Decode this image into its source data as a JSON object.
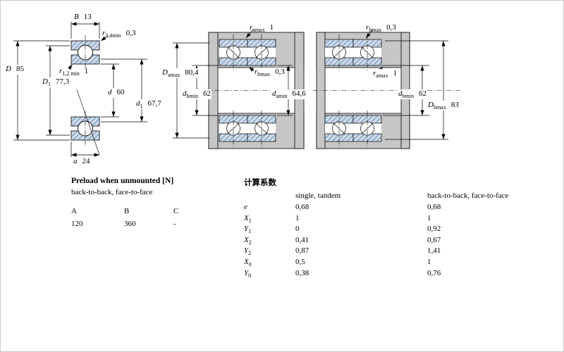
{
  "colors": {
    "hatch_fill": "#cdd9e8",
    "hatch_line": "#6e8fb5",
    "housing_gray": "#c6c6c6",
    "line": "#000000"
  },
  "left_drawing": {
    "labels": {
      "B": {
        "sym": "B",
        "sub": "",
        "value": "13"
      },
      "r34": {
        "sym": "r",
        "sub": "3,4min",
        "value": "0,3"
      },
      "D": {
        "sym": "D",
        "sub": "",
        "value": "85"
      },
      "D1": {
        "sym": "D",
        "sub": "1",
        "value": "77,3"
      },
      "r12": {
        "sym": "r",
        "sub": "1,2 min",
        "value": "1"
      },
      "d": {
        "sym": "d",
        "sub": "",
        "value": "60"
      },
      "d1": {
        "sym": "d",
        "sub": "1",
        "value": "67,7"
      },
      "a": {
        "sym": "a",
        "sub": "",
        "value": "24"
      }
    }
  },
  "middle_drawing": {
    "labels": {
      "ramax": {
        "sym": "r",
        "sub": "amax",
        "value": "1"
      },
      "Damax": {
        "sym": "D",
        "sub": "amax",
        "value": "80,4"
      },
      "dbmin": {
        "sym": "d",
        "sub": "bmin",
        "value": "62"
      },
      "rbmax": {
        "sym": "r",
        "sub": "bmax",
        "value": "0,3"
      },
      "damin": {
        "sym": "d",
        "sub": "amin",
        "value": "64,6"
      }
    }
  },
  "right_drawing": {
    "labels": {
      "rbmax": {
        "sym": "r",
        "sub": "bmax",
        "value": "0,3"
      },
      "ramax": {
        "sym": "r",
        "sub": "amax",
        "value": "1"
      },
      "dbmin": {
        "sym": "d",
        "sub": "bmin",
        "value": "62"
      },
      "Dbmax": {
        "sym": "D",
        "sub": "bmax",
        "value": "83"
      }
    }
  },
  "preload_table": {
    "title": "Preload when unmounted [N]",
    "subtitle": "back-to-back, face-to-face",
    "headers": [
      "A",
      "B",
      "C"
    ],
    "values": [
      "120",
      "360",
      "-"
    ]
  },
  "factors_table": {
    "title": "计算系数",
    "col_headers": [
      "single, tandem",
      "back-to-back, face-to-face"
    ],
    "rows": [
      {
        "sym": "e",
        "sub": "",
        "v1": "0,68",
        "v2": "0,68"
      },
      {
        "sym": "X",
        "sub": "1",
        "v1": "1",
        "v2": "1"
      },
      {
        "sym": "Y",
        "sub": "1",
        "v1": "0",
        "v2": "0,92"
      },
      {
        "sym": "X",
        "sub": "2",
        "v1": "0,41",
        "v2": "0,67"
      },
      {
        "sym": "Y",
        "sub": "2",
        "v1": "0,87",
        "v2": "1,41"
      },
      {
        "sym": "X",
        "sub": "0",
        "v1": "0,5",
        "v2": "1"
      },
      {
        "sym": "Y",
        "sub": "0",
        "v1": "0,38",
        "v2": "0,76"
      }
    ]
  }
}
